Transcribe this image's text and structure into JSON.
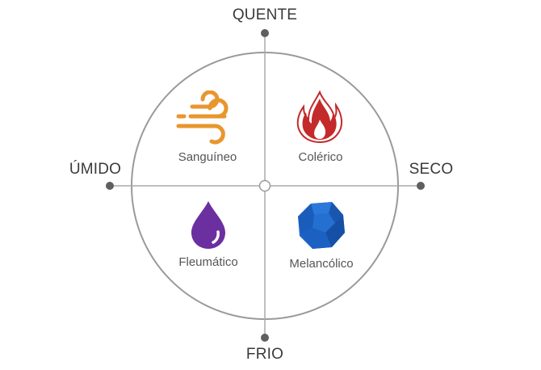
{
  "axes": {
    "top": "QUENTE",
    "bottom": "FRIO",
    "left": "ÚMIDO",
    "right": "SECO"
  },
  "quadrants": [
    {
      "position": "top-left",
      "label": "Sanguíneo",
      "icon": "wind-icon",
      "color": "#E8962E"
    },
    {
      "position": "top-right",
      "label": "Colérico",
      "icon": "fire-icon",
      "color": "#C42A2A"
    },
    {
      "position": "bottom-left",
      "label": "Fleumático",
      "icon": "water-drop-icon",
      "color": "#6B2FA0"
    },
    {
      "position": "bottom-right",
      "label": "Melancólico",
      "icon": "stone-icon",
      "color": "#1E64C8"
    }
  ],
  "colors": {
    "lines": "#9a9a9a",
    "dots": "#5f5f5f",
    "text": "#3a3a3a"
  }
}
